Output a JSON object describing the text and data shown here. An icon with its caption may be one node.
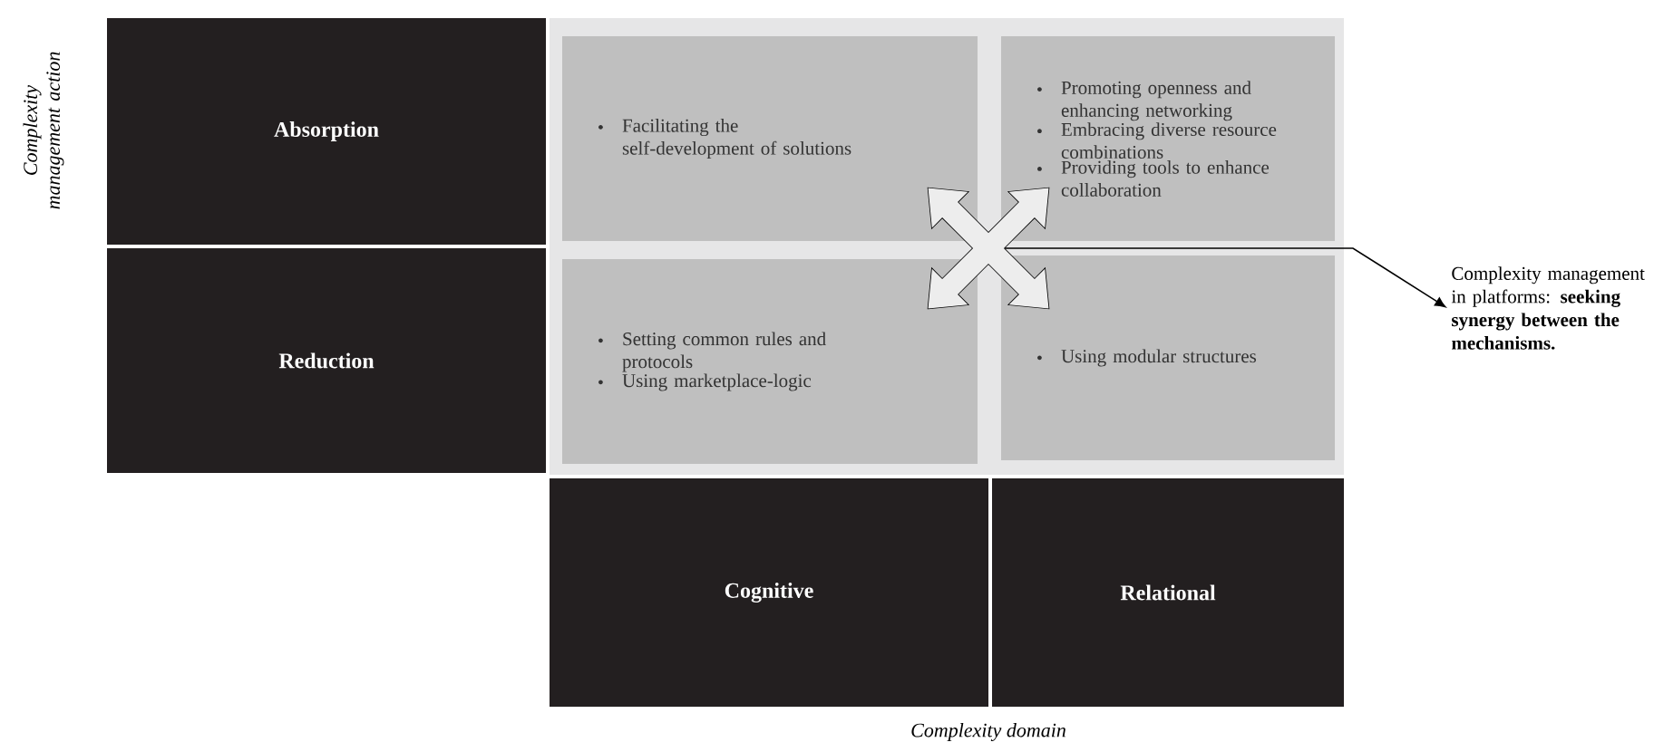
{
  "diagram": {
    "nodes": [
      {
        "text": [
          "Absorption"
        ]
      },
      {
        "text": [
          "Reduction"
        ]
      },
      {
        "text": [
          "Facilitating the self-development of solutions"
        ]
      },
      {
        "text": [
          "Promoting openness and enhancing networking",
          "Embracing diverse resource combinations",
          "Providing tools to enhance collaboration"
        ]
      },
      {
        "text": [
          "Setting common rules and protocols",
          "Using marketplace-logic"
        ]
      },
      {
        "text": [
          "Using modular structures"
        ]
      },
      {
        "text": [
          "Cognitive"
        ]
      },
      {
        "text": [
          "Relational"
        ]
      },
      {
        "text": [],
        "shape": "cross"
      },
      {
        "text": [
          "Complexity management in platforms: **seeking synergy between the mechanisms.**"
        ]
      }
    ],
    "edges": [
      {
        "from": 8,
        "to": 9,
        "arrow": "to"
      }
    ],
    "labels": [
      "Complexity management action",
      "Complexity domain"
    ]
  }
}
